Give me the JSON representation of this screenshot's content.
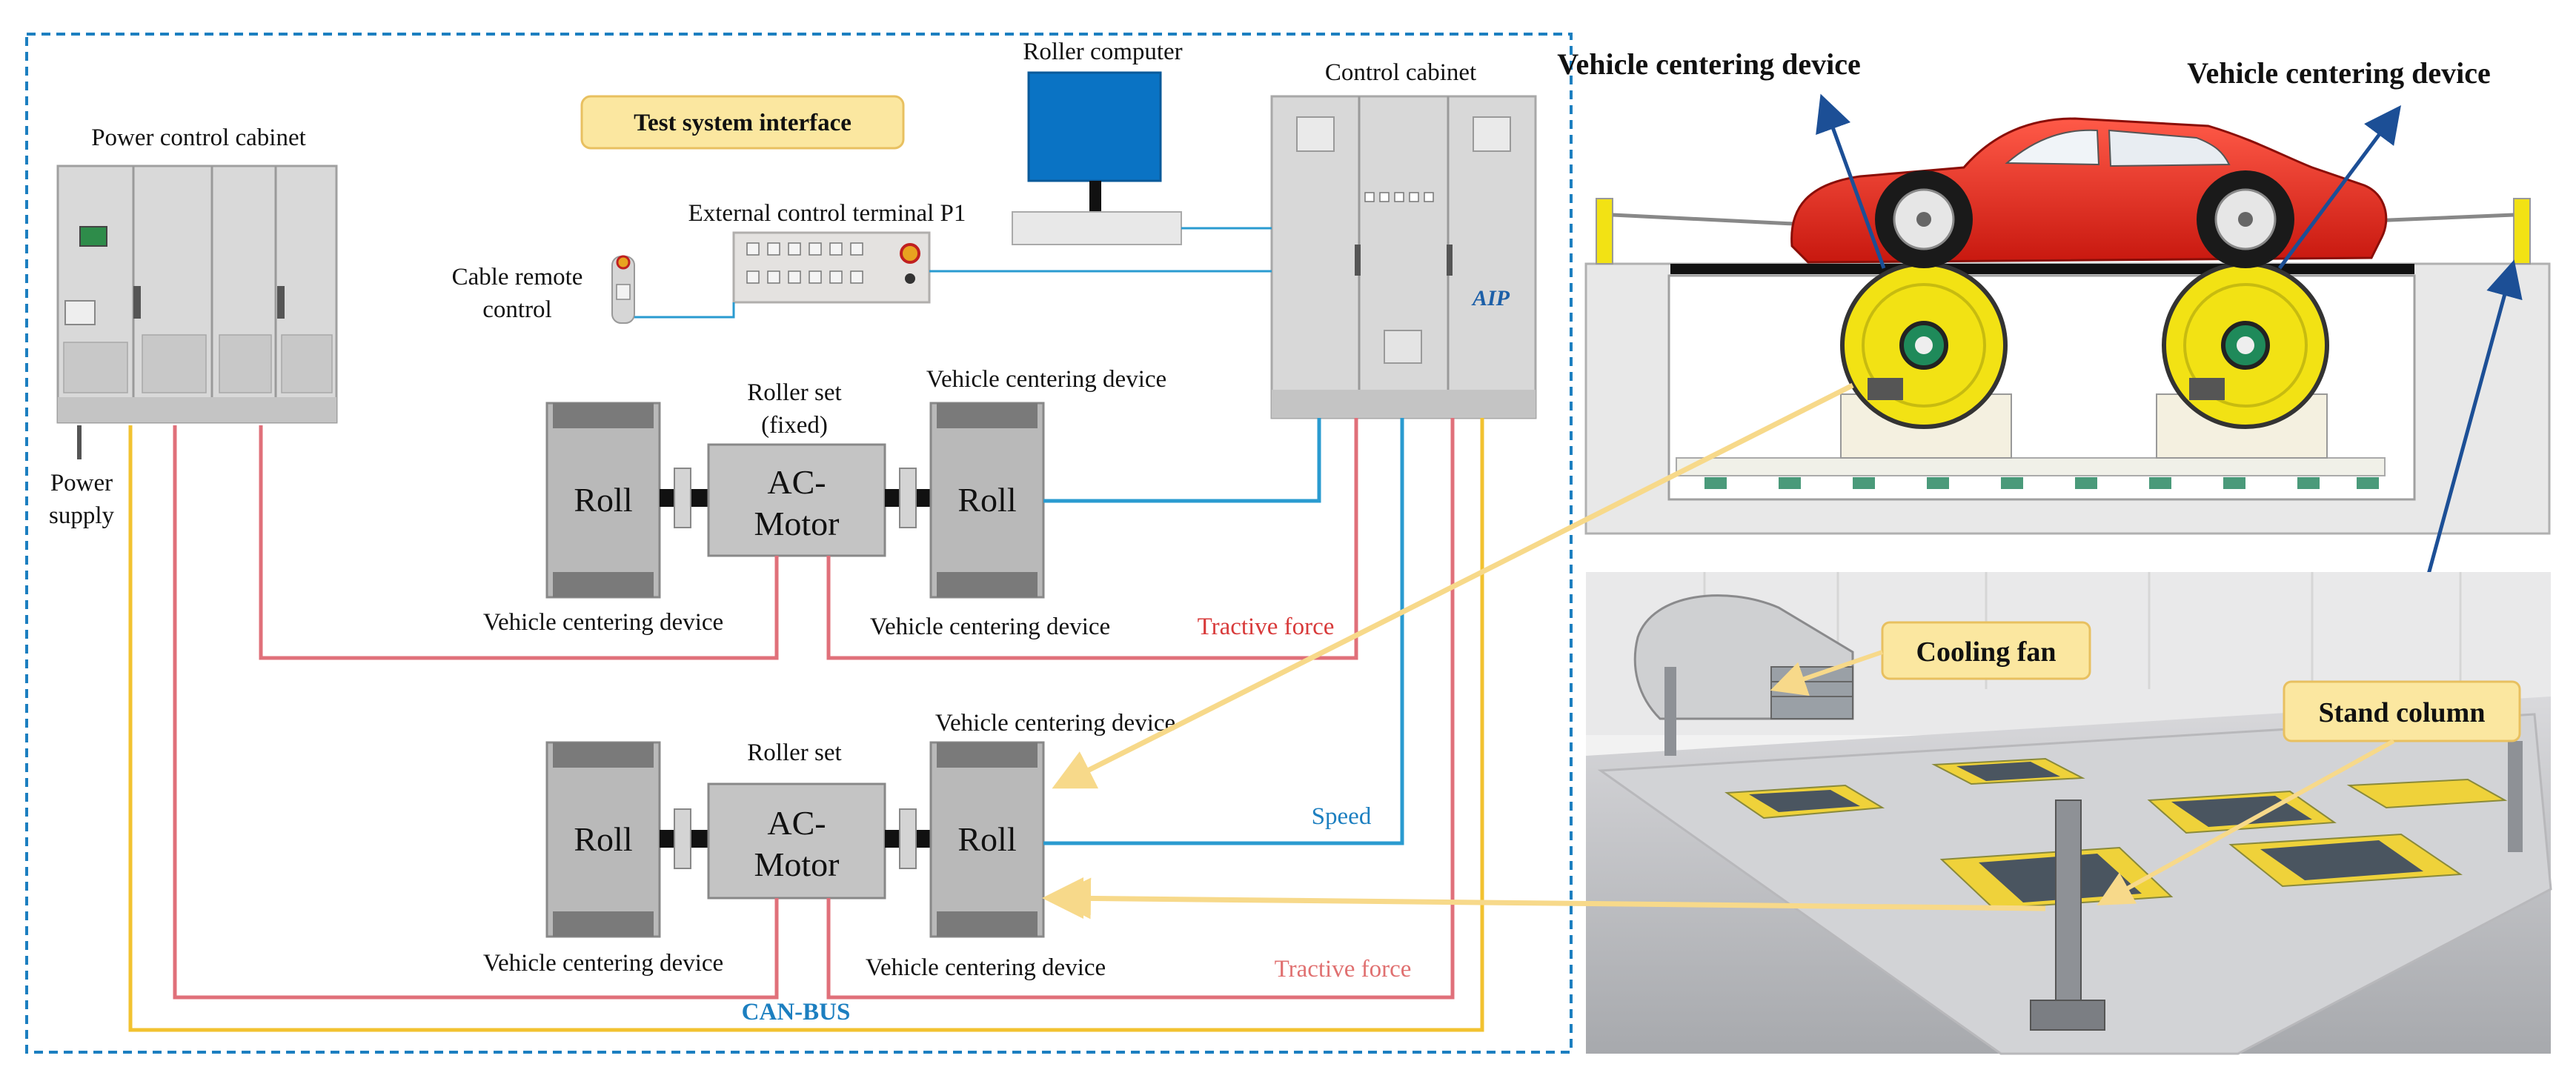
{
  "diagram": {
    "test_system_interface": "Test system interface",
    "power_control_cabinet": "Power control cabinet",
    "power_supply_line1": "Power",
    "power_supply_line2": "supply",
    "roller_computer": "Roller computer",
    "control_cabinet": "Control cabinet",
    "external_control_terminal": "External control terminal P1",
    "cable_remote_line1": "Cable remote",
    "cable_remote_line2": "control",
    "aip_logo": "AIP",
    "top_set": {
      "label_line1": "Roller set",
      "label_line2": "(fixed)",
      "roll_left": "Roll",
      "roll_right": "Roll",
      "motor_line1": "AC-",
      "motor_line2": "Motor",
      "vcd_top_right": "Vehicle centering device",
      "vcd_bottom_left": "Vehicle centering device",
      "vcd_bottom_right": "Vehicle centering device",
      "tractive_force": "Tractive force"
    },
    "bottom_set": {
      "label": "Roller set",
      "roll_left": "Roll",
      "roll_right": "Roll",
      "motor_line1": "AC-",
      "motor_line2": "Motor",
      "vcd_top_right": "Vehicle centering device",
      "vcd_bottom_left": "Vehicle centering device",
      "vcd_bottom_right": "Vehicle centering device",
      "tractive_force": "Tractive  force"
    },
    "speed": "Speed",
    "can_bus": "CAN-BUS",
    "photo_top": {
      "vcd_left": "Vehicle centering device",
      "vcd_right": "Vehicle centering device"
    },
    "photo_bottom": {
      "cooling_fan": "Cooling fan",
      "stand_column": "Stand column"
    }
  },
  "colors": {
    "border_dashed": "#1c7fc0",
    "red_wire": "#e0707a",
    "blue_wire": "#2a9bd0",
    "yellow_wire": "#f2c230",
    "callout_fill": "#fbe7a0",
    "callout_border": "#e8c060",
    "roll_gray": "#b9b9b9",
    "cabinet_gray": "#d6d6d6",
    "monitor_blue": "#0a73c4",
    "car_red": "#e02a20",
    "roller_yellow": "#f2e214",
    "dark_arrow": "#1c4f96",
    "speed_text": "#1c7fc0",
    "tractive_text": "#d83a3a",
    "can_text": "#1c7fc0"
  }
}
